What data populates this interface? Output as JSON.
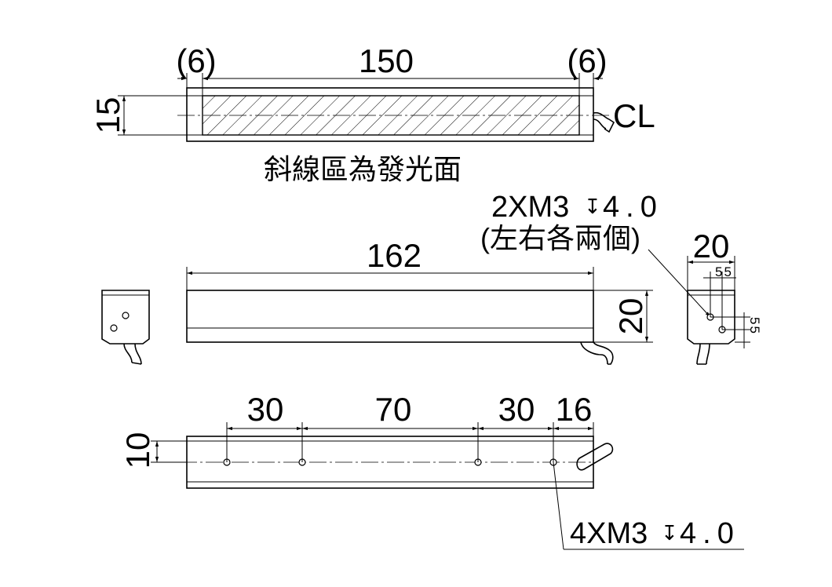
{
  "top_view": {
    "dim_left": "(6)",
    "dim_middle": "150",
    "dim_right": "(6)",
    "dim_height": "15",
    "cable_label": "CL",
    "caption": "斜線區為發光面"
  },
  "front_view": {
    "dim_length": "162",
    "dim_height": "20"
  },
  "side_view": {
    "dim_width": "20",
    "dim_sub_top": "55",
    "dim_sub_side": "55",
    "hole_note_line1": "2XM3",
    "hole_note_depth_symbol": "↧",
    "hole_note_depth": "4.0",
    "hole_note_line2": "(左右各兩個)"
  },
  "bottom_view": {
    "dim_a": "30",
    "dim_b": "70",
    "dim_c": "30",
    "dim_d": "16",
    "dim_height": "10",
    "hole_note": "4XM3",
    "hole_note_depth_symbol": "↧",
    "hole_note_depth": "4.0"
  }
}
